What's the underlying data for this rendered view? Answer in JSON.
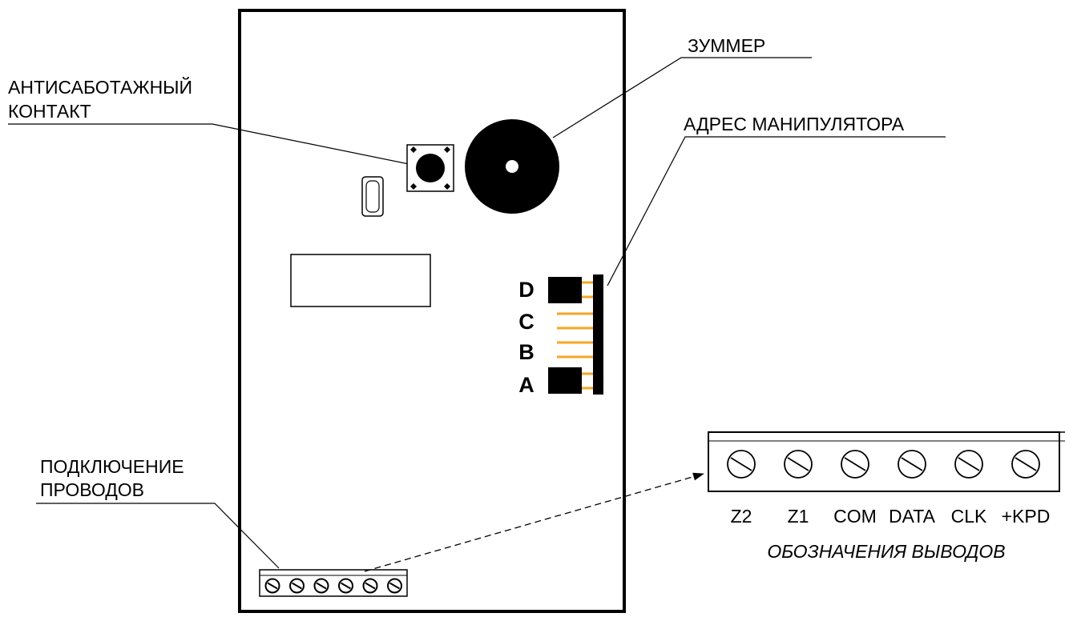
{
  "labels": {
    "tamper_line1": "АНТИСАБОТАЖНЫЙ",
    "tamper_line2": "КОНТАКТ",
    "buzzer": "ЗУММЕР",
    "address": "АДРЕС МАНИПУЛЯТОРА",
    "wires_line1": "ПОДКЛЮЧЕНИЕ",
    "wires_line2": "ПРОВОДОВ"
  },
  "jumpers": [
    "D",
    "C",
    "B",
    "A"
  ],
  "terminals": [
    "Z2",
    "Z1",
    "COM",
    "DATA",
    "CLK",
    "+KPD"
  ],
  "terminal_caption": "ОБОЗНАЧЕНИЯ ВЫВОДОВ",
  "colors": {
    "line": "#000000",
    "pins": "#f5a623",
    "background": "#ffffff"
  }
}
